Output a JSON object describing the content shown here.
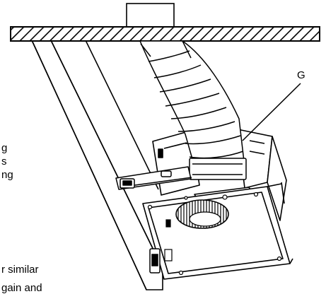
{
  "callout": {
    "label": "G"
  },
  "cropped_text": {
    "line1": "g",
    "line2": "s",
    "line3": "ng",
    "line4": "r similar",
    "line5": "gain and"
  },
  "colors": {
    "ink": "#000000",
    "background": "#ffffff"
  }
}
